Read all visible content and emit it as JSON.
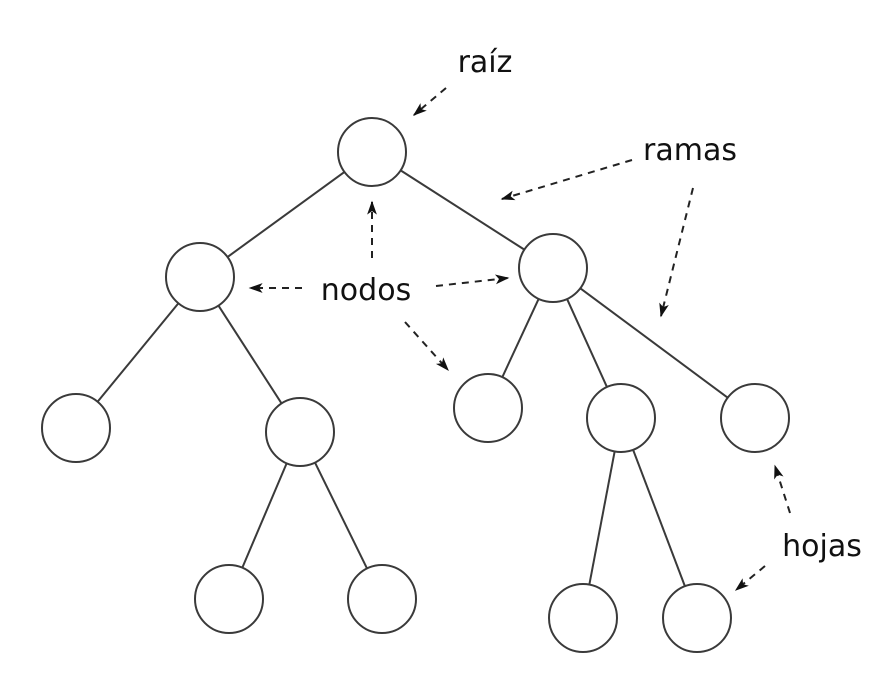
{
  "diagram": {
    "type": "tree",
    "labels": {
      "root": "raíz",
      "branches": "ramas",
      "nodes": "nodos",
      "leaves": "hojas"
    },
    "nodes": [
      {
        "id": "root",
        "parent": null
      },
      {
        "id": "L",
        "parent": "root"
      },
      {
        "id": "R",
        "parent": "root"
      },
      {
        "id": "LL",
        "parent": "L"
      },
      {
        "id": "LR",
        "parent": "L"
      },
      {
        "id": "LRL",
        "parent": "LR"
      },
      {
        "id": "LRR",
        "parent": "LR"
      },
      {
        "id": "RL",
        "parent": "R"
      },
      {
        "id": "RM",
        "parent": "R"
      },
      {
        "id": "RR",
        "parent": "R"
      },
      {
        "id": "RML",
        "parent": "RM"
      },
      {
        "id": "RMR",
        "parent": "RM"
      }
    ],
    "annotations": [
      {
        "label": "root",
        "points_to": [
          "root"
        ]
      },
      {
        "label": "branches",
        "points_to": [
          "root-R edge",
          "R-RR edge"
        ]
      },
      {
        "label": "nodes",
        "points_to": [
          "root",
          "L",
          "R",
          "RL"
        ]
      },
      {
        "label": "leaves",
        "points_to": [
          "RR",
          "RMR"
        ]
      }
    ]
  }
}
